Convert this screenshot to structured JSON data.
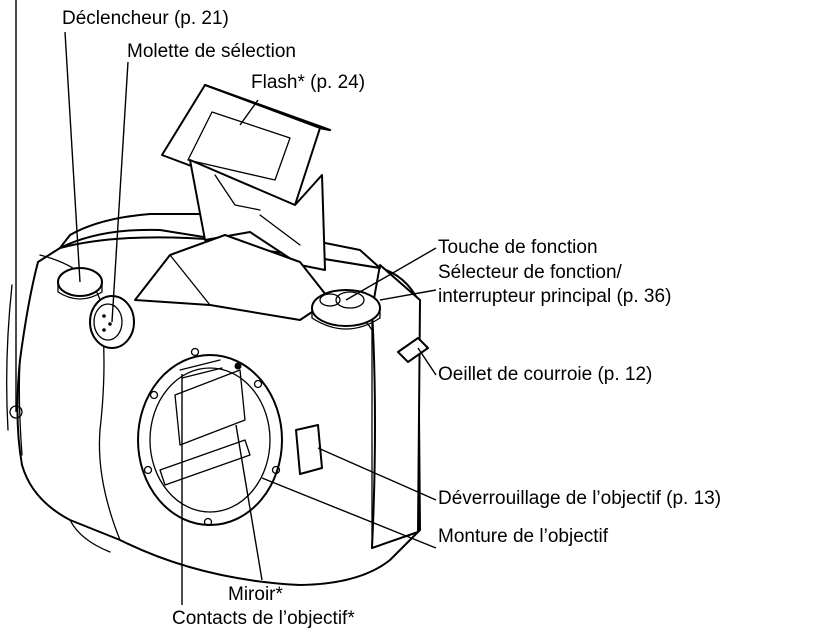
{
  "labels": {
    "shutter_release": "Déclencheur (p. 21)",
    "control_dial": "Molette de sélection",
    "flash": "Flash* (p. 24)",
    "function_button": "Touche de fonction",
    "function_dial_line1": "Sélecteur de fonction/",
    "function_dial_line2": "interrupteur principal (p. 36)",
    "strap_eyelet": "Oeillet de courroie (p. 12)",
    "lens_release": "Déverrouillage de l’objectif (p. 13)",
    "lens_mount": "Monture de l’objectif",
    "mirror": "Miroir*",
    "lens_contacts": "Contacts de l’objectif*"
  }
}
